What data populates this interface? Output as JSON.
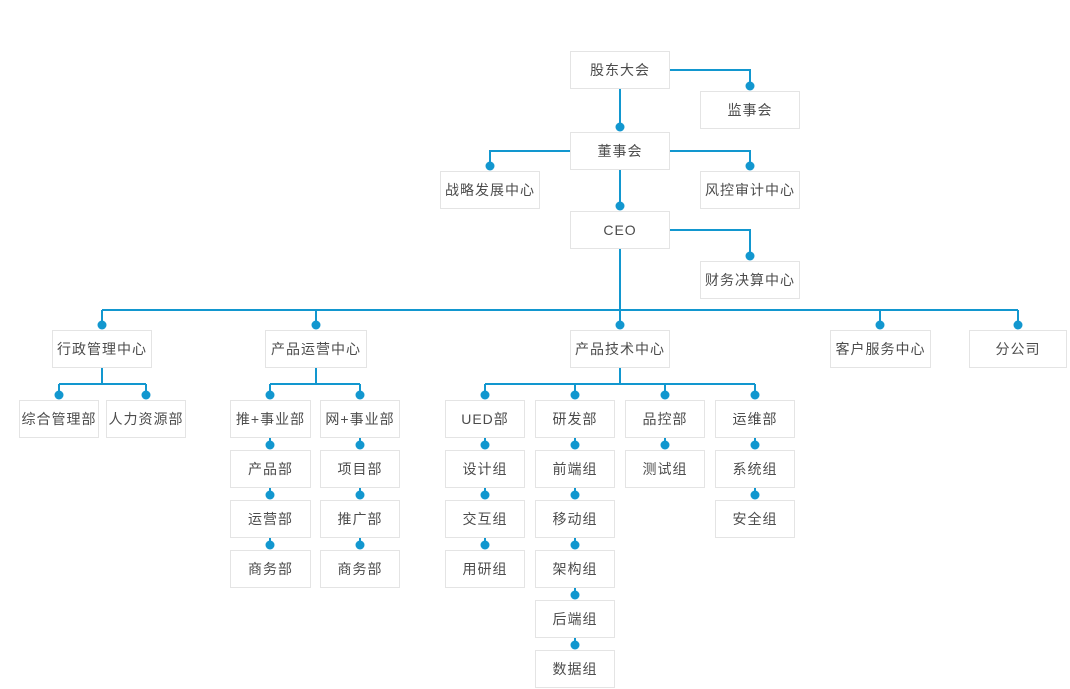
{
  "colors": {
    "accent": "#1297cf",
    "box_border": "#e4e4e4",
    "box_bg": "#ffffff",
    "text": "#4c4c4c",
    "page_bg": "#ffffff"
  },
  "labels": {
    "shareholders": "股东大会",
    "supervisory": "监事会",
    "board": "董事会",
    "strategy_center": "战略发展中心",
    "risk_audit_center": "风控审计中心",
    "ceo": "CEO",
    "finance_center": "财务决算中心",
    "admin_center": "行政管理中心",
    "product_ops_center": "产品运营中心",
    "product_tech_center": "产品技术中心",
    "customer_service_center": "客户服务中心",
    "branch_company": "分公司",
    "general_mgmt_dept": "综合管理部",
    "hr_dept": "人力资源部",
    "tui_division": "推+事业部",
    "wang_division": "网+事业部",
    "product_dept": "产品部",
    "project_dept": "项目部",
    "operations_dept": "运营部",
    "promotion_dept": "推广部",
    "business_dept_tui": "商务部",
    "business_dept_wang": "商务部",
    "ued_dept": "UED部",
    "design_team": "设计组",
    "interaction_team": "交互组",
    "user_research_team": "用研组",
    "rnd_dept": "研发部",
    "frontend_team": "前端组",
    "mobile_team": "移动组",
    "architecture_team": "架构组",
    "backend_team": "后端组",
    "data_team": "数据组",
    "qc_dept": "品控部",
    "testing_team": "测试组",
    "om_dept": "运维部",
    "system_team": "系统组",
    "security_team": "安全组"
  },
  "hierarchy": {
    "label": "股东大会",
    "children": [
      {
        "label": "监事会"
      },
      {
        "label": "董事会",
        "children": [
          {
            "label": "战略发展中心"
          },
          {
            "label": "风控审计中心"
          },
          {
            "label": "CEO",
            "children": [
              {
                "label": "财务决算中心"
              },
              {
                "label": "行政管理中心",
                "children": [
                  {
                    "label": "综合管理部"
                  },
                  {
                    "label": "人力资源部"
                  }
                ]
              },
              {
                "label": "产品运营中心",
                "children": [
                  {
                    "label": "推+事业部",
                    "stack": [
                      "产品部",
                      "运营部",
                      "商务部"
                    ]
                  },
                  {
                    "label": "网+事业部",
                    "stack": [
                      "项目部",
                      "推广部",
                      "商务部"
                    ]
                  }
                ]
              },
              {
                "label": "产品技术中心",
                "children": [
                  {
                    "label": "UED部",
                    "stack": [
                      "设计组",
                      "交互组",
                      "用研组"
                    ]
                  },
                  {
                    "label": "研发部",
                    "stack": [
                      "前端组",
                      "移动组",
                      "架构组",
                      "后端组",
                      "数据组"
                    ]
                  },
                  {
                    "label": "品控部",
                    "stack": [
                      "测试组"
                    ]
                  },
                  {
                    "label": "运维部",
                    "stack": [
                      "系统组",
                      "安全组"
                    ]
                  }
                ]
              },
              {
                "label": "客户服务中心"
              },
              {
                "label": "分公司"
              }
            ]
          }
        ]
      }
    ]
  }
}
